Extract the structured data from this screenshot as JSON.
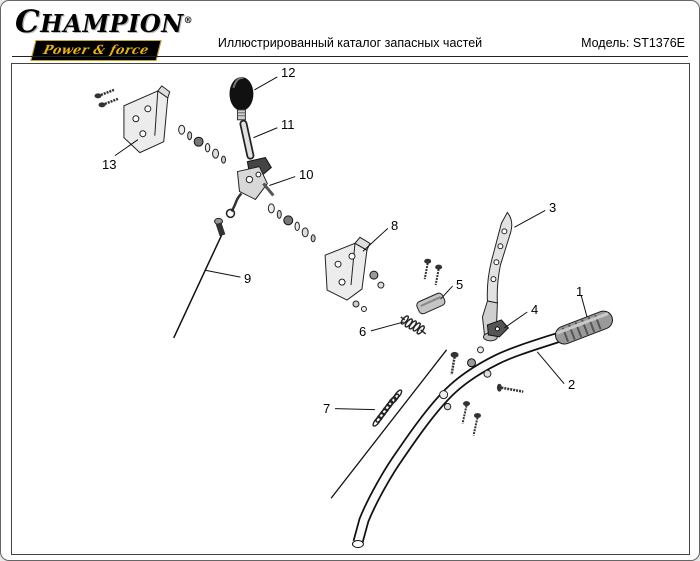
{
  "header": {
    "brand": "CHAMPION",
    "brand_registered": "®",
    "tagline": "Power & force",
    "catalog_title": "Иллюстрированный каталог запасных частей",
    "model": "Модель: ST1376E"
  },
  "diagram": {
    "callouts": [
      "1",
      "2",
      "3",
      "4",
      "5",
      "6",
      "7",
      "8",
      "9",
      "10",
      "11",
      "12",
      "13"
    ]
  },
  "colors": {
    "brand_gold": "#eab308",
    "banner_black": "#000000",
    "line_color": "#111111",
    "page_background": "#ffffff"
  }
}
